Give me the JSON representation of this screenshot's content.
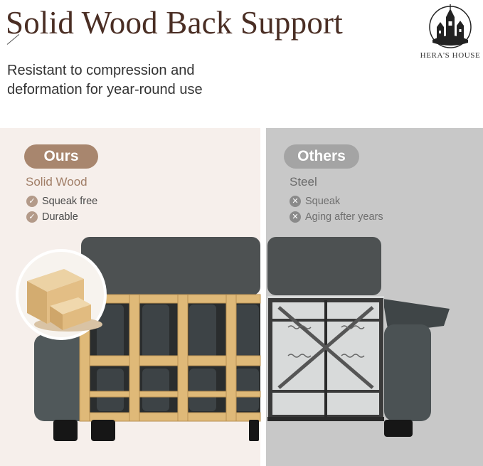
{
  "header": {
    "title": "Solid Wood Back Support",
    "subtitle": "Resistant to compression and deformation for year-round use"
  },
  "brand": {
    "name": "HERA'S HOUSE",
    "logo_icon": "castle-tower-icon"
  },
  "comparison": {
    "ours": {
      "badge": "Ours",
      "material": "Solid Wood",
      "features": [
        "Squeak free",
        "Durable"
      ],
      "feature_icon": "check-circle-icon",
      "accent_color": "#a8866e"
    },
    "others": {
      "badge": "Others",
      "material": "Steel",
      "features": [
        "Squeak",
        "Aging after years"
      ],
      "feature_icon": "x-circle-icon",
      "accent_color": "#a4a4a4"
    }
  },
  "colors": {
    "title": "#4a2e24",
    "panel_ours": "#f6efeb",
    "panel_others": "#c8c8c8",
    "fabric": "#4d5152",
    "wood": "#dfb978"
  }
}
